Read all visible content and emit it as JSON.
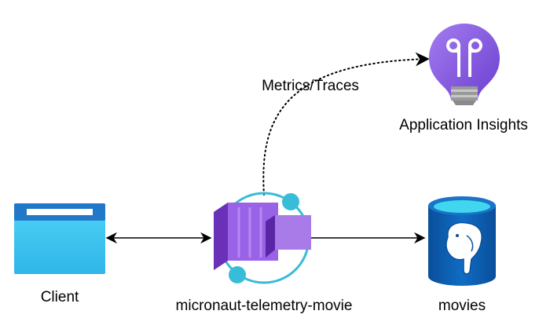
{
  "nodes": {
    "client": {
      "label": "Client",
      "icon": "browser-window-icon"
    },
    "service": {
      "label": "micronaut-telemetry-movie",
      "icon": "container-app-icon"
    },
    "database": {
      "label": "movies",
      "icon": "postgresql-database-icon"
    },
    "insights": {
      "label": "Application Insights",
      "icon": "lightbulb-icon"
    }
  },
  "edges": {
    "client_service": {
      "style": "solid",
      "direction": "both"
    },
    "service_database": {
      "style": "solid",
      "direction": "forward"
    },
    "service_insights": {
      "label": "Metrics/Traces",
      "style": "dotted",
      "direction": "forward"
    }
  },
  "colors": {
    "window_dark": "#1f78c8",
    "window_light": "#3ec6f0",
    "container_purple": "#7a3fc8",
    "container_light": "#a97be8",
    "ring_cyan": "#38bcd8",
    "db_blue": "#0b5cad",
    "db_cyan": "#3fd6ee",
    "bulb_purple": "#8a5fe0",
    "bulb_base": "#a0a0a0"
  }
}
